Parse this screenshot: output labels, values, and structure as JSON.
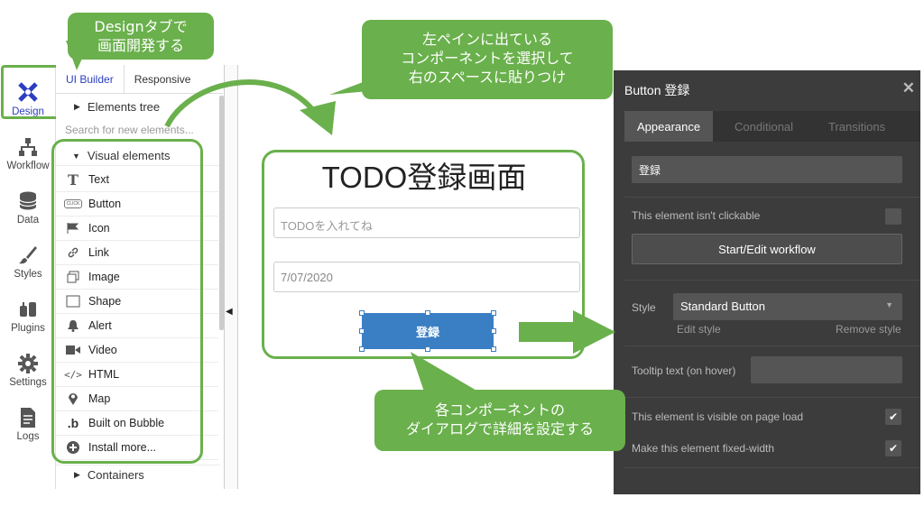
{
  "callouts": {
    "design": [
      "Designタブで",
      "画面開発する"
    ],
    "pane": [
      "左ペインに出ている",
      "コンポーネントを選択して",
      "右のスペースに貼りつけ"
    ],
    "dialog": [
      "各コンポーネントの",
      "ダイアログで詳細を設定する"
    ]
  },
  "leftnav": [
    {
      "label": "Design",
      "icon": "design-icon"
    },
    {
      "label": "Workflow",
      "icon": "workflow-icon"
    },
    {
      "label": "Data",
      "icon": "data-icon"
    },
    {
      "label": "Styles",
      "icon": "styles-icon"
    },
    {
      "label": "Plugins",
      "icon": "plugins-icon"
    },
    {
      "label": "Settings",
      "icon": "settings-icon"
    },
    {
      "label": "Logs",
      "icon": "logs-icon"
    }
  ],
  "panel": {
    "tabs": [
      "UI Builder",
      "Responsive"
    ],
    "elements_tree": "Elements tree",
    "search_placeholder": "Search for new elements...",
    "visual_elements": "Visual elements",
    "items": [
      {
        "label": "Text",
        "icon": "text-icon"
      },
      {
        "label": "Button",
        "icon": "button-icon"
      },
      {
        "label": "Icon",
        "icon": "flag-icon"
      },
      {
        "label": "Link",
        "icon": "link-icon"
      },
      {
        "label": "Image",
        "icon": "image-icon"
      },
      {
        "label": "Shape",
        "icon": "shape-icon"
      },
      {
        "label": "Alert",
        "icon": "bell-icon"
      },
      {
        "label": "Video",
        "icon": "video-icon"
      },
      {
        "label": "HTML",
        "icon": "code-icon"
      },
      {
        "label": "Map",
        "icon": "map-pin-icon"
      },
      {
        "label": "Built on Bubble",
        "icon": "bubble-icon"
      },
      {
        "label": "Install more...",
        "icon": "plus-circle-icon"
      }
    ],
    "containers": "Containers",
    "click_badge": "CLICK"
  },
  "canvas": {
    "title": "TODO登録画面",
    "todo_placeholder": "TODOを入れてね",
    "date_value": "7/07/2020",
    "button_label": "登録"
  },
  "dialog": {
    "title": "Button 登録",
    "tabs": [
      "Appearance",
      "Conditional",
      "Transitions"
    ],
    "text_value": "登録",
    "not_clickable": "This element isn't clickable",
    "workflow_button": "Start/Edit workflow",
    "style_label": "Style",
    "style_value": "Standard Button",
    "edit_style": "Edit style",
    "remove_style": "Remove style",
    "tooltip_label": "Tooltip text (on hover)",
    "visible_label": "This element is visible on page load",
    "fixed_width_label": "Make this element fixed-width",
    "visible_checked": true,
    "fixed_width_checked": true,
    "checkmark": "✔"
  },
  "colors": {
    "accent": "#6ab04c",
    "button": "#3a7fc4",
    "dialog_bg": "#3c3c3c",
    "nav_active": "#2c3fbf"
  }
}
